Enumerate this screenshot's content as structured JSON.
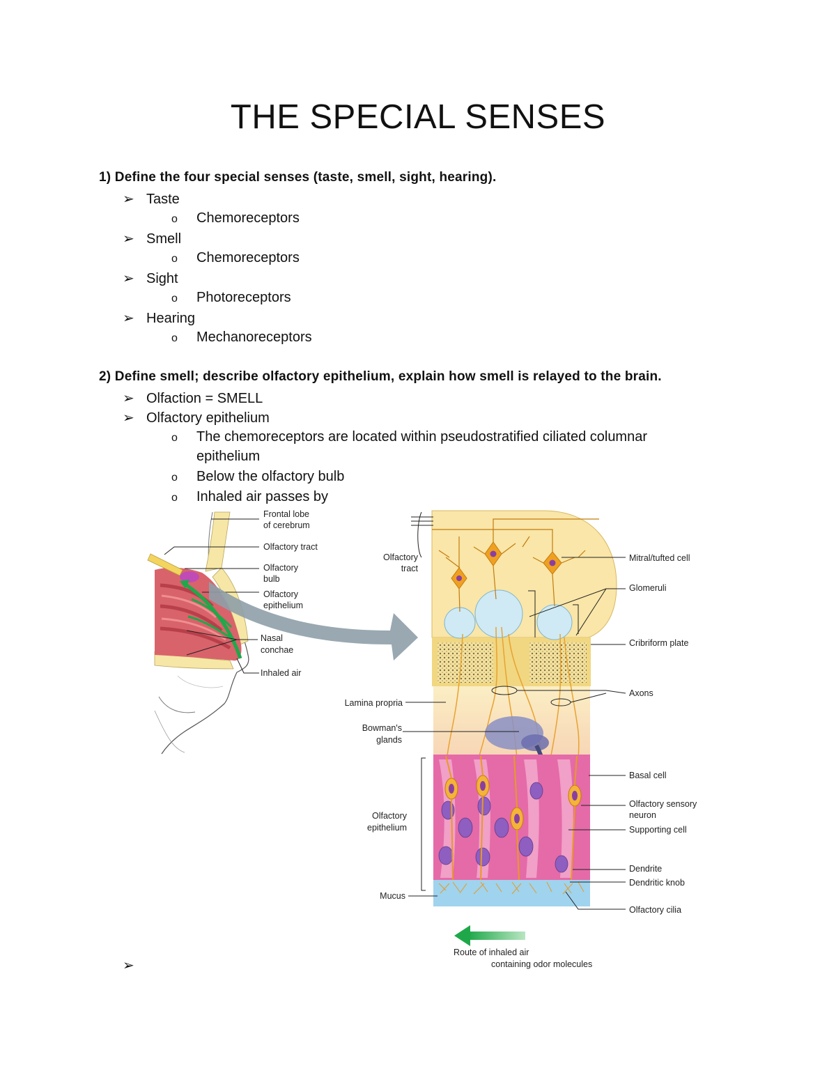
{
  "title": "THE SPECIAL SENSES",
  "bullets": {
    "arrow": "➢",
    "circle": "o"
  },
  "q1": {
    "heading": "1) Define the four special senses (taste, smell, sight, hearing).",
    "items": [
      {
        "label": "Taste",
        "sub": "Chemoreceptors"
      },
      {
        "label": "Smell",
        "sub": "Chemoreceptors"
      },
      {
        "label": "Sight",
        "sub": "Photoreceptors"
      },
      {
        "label": "Hearing",
        "sub": "Mechanoreceptors"
      }
    ]
  },
  "q2": {
    "heading": "2) Define smell; describe olfactory epithelium, explain how smell is relayed to the brain.",
    "item1": "Olfaction = SMELL",
    "item2": "Olfactory epithelium",
    "sub1_line1": "The chemoreceptors are located within pseudostratified ciliated columnar",
    "sub1_line2": "epithelium",
    "sub2": "Below the olfactory bulb",
    "sub3": "Inhaled air passes by"
  },
  "figure": {
    "left_labels": {
      "frontal_lobe": [
        "Frontal lobe",
        "of cerebrum"
      ],
      "olfactory_tract": "Olfactory tract",
      "olfactory_bulb": [
        "Olfactory",
        "bulb"
      ],
      "olfactory_epithelium": [
        "Olfactory",
        "epithelium"
      ],
      "nasal_conchae": [
        "Nasal",
        "conchae"
      ],
      "inhaled_air": "Inhaled air"
    },
    "mid_labels": {
      "olfactory_tract": [
        "Olfactory",
        "tract"
      ],
      "lamina_propria": "Lamina propria",
      "bowmans_glands": [
        "Bowman's",
        "glands"
      ],
      "olfactory_epithelium": [
        "Olfactory",
        "epithelium"
      ],
      "mucus": "Mucus"
    },
    "right_labels": {
      "mitral_cell": "Mitral/tufted cell",
      "glomeruli": "Glomeruli",
      "cribriform_plate": "Cribriform plate",
      "axons": "Axons",
      "basal_cell": "Basal cell",
      "sensory_neuron": [
        "Olfactory sensory",
        "neuron"
      ],
      "supporting_cell": "Supporting cell",
      "dendrite": "Dendrite",
      "dendritic_knob": "Dendritic knob",
      "olfactory_cilia": "Olfactory cilia"
    },
    "legend": [
      "Route of inhaled air",
      "containing odor molecules"
    ],
    "colors": {
      "bulb": "#f9e6a8",
      "neuron": "#f0a020",
      "cell_body": "#8a3fa0",
      "epithelium": "#e56aa8",
      "mucus": "#9fd3ee",
      "air_arrow": "#1fa84a",
      "big_arrow": "#8e9ea8"
    }
  }
}
